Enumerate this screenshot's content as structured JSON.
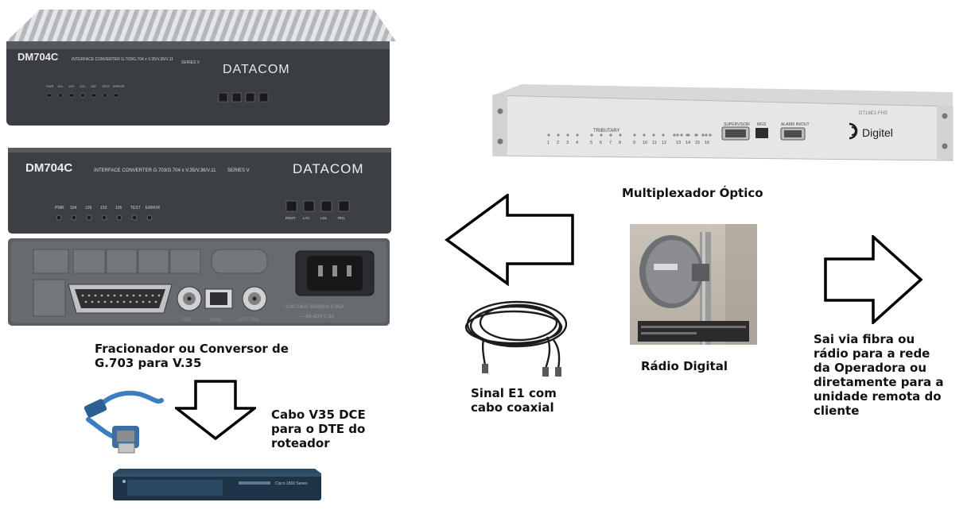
{
  "captions": {
    "fracionador": "Fracionador ou Conversor de\nG.703 para V.35",
    "cabo_v35": "Cabo V35 DCE\npara o DTE do\nroteador",
    "sinal_e1": "Sinal E1 com\ncabo coaxial",
    "multiplexador": "Multiplexador Óptico",
    "radio": "Rádio Digital",
    "saida": "Sai via fibra ou\nrádio para a rede\nda Operadora ou\ndiretamente para a\nunidade remota do\ncliente"
  },
  "datacom": {
    "model": "DM704C",
    "brand": "DATACOM",
    "subtitle": "INTERFACE CONVERTER G.703/G.704 x V.35/V.36/V.11",
    "series": "SERIES V",
    "leds": [
      "PWR",
      "104",
      "109",
      "103",
      "105",
      "TEST",
      "ERROR"
    ],
    "buttons": [
      "REMT",
      "LAC",
      "LDL",
      "RDL"
    ],
    "rear_labels": [
      "75Ω",
      "120Ω",
      "OUT 75Ω",
      "~100-240V 50/60Hz 0,35A",
      "—48-60V 0,3A"
    ]
  },
  "mux": {
    "brand": "Digitel",
    "model": "DT16E1-FHS",
    "tributary": "TRIBUTARY",
    "ports": [
      "1",
      "2",
      "3",
      "4",
      "5",
      "6",
      "7",
      "8",
      "9",
      "10",
      "11",
      "12",
      "13",
      "14",
      "15",
      "16"
    ],
    "supervisor": "SUPERVISOR",
    "mgs": "MGS",
    "alarm": "ALARM IN/OUT"
  },
  "router": {
    "label": "Cisco 1800 Series"
  },
  "colors": {
    "datacom_body": "#3c3f44",
    "mux_body": "#e6e6e6",
    "router_body": "#1d3447",
    "cable_blue": "#3d7ec0",
    "arrow_stroke": "#000000"
  }
}
